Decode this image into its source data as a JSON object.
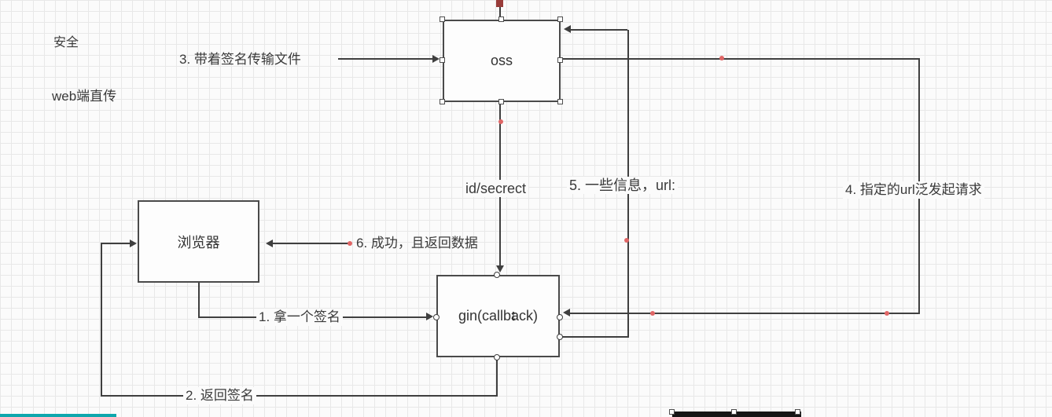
{
  "canvas": {
    "bg": "#fbfbfb",
    "grid_color": "#e8e8e8",
    "stroke_color": "#3f3f3f",
    "accent_dot_color": "#e06666"
  },
  "annotations": {
    "security": "安全",
    "web_direct": "web端直传"
  },
  "nodes": {
    "oss": {
      "label": "oss"
    },
    "browser": {
      "label": "浏览器"
    },
    "gin": {
      "label": "gin(callback)"
    }
  },
  "edges": {
    "step1": {
      "label": "1. 拿一个签名"
    },
    "step2": {
      "label": "2. 返回签名"
    },
    "step3": {
      "label": "3. 带着签名传输文件"
    },
    "step4": {
      "label": "4. 指定的url泛发起请求"
    },
    "step5": {
      "label": "5. 一些信息，url:"
    },
    "step6": {
      "label": "6. 成功，且返回数据"
    },
    "id_secret": {
      "label": "id/secrect"
    }
  },
  "icons": {
    "move_cursor": "↕"
  }
}
